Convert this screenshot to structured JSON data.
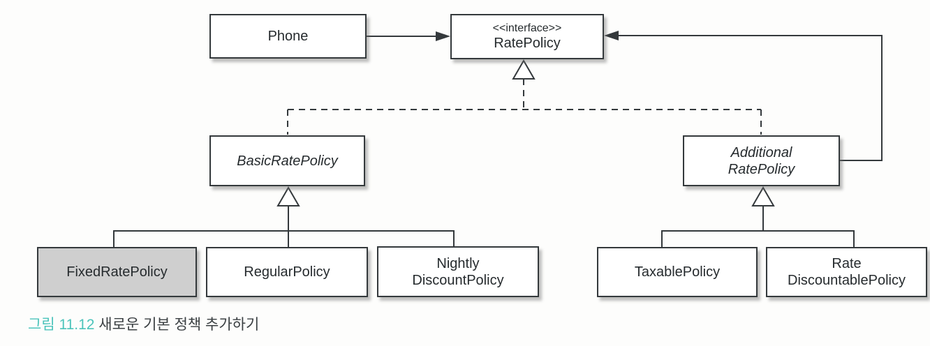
{
  "diagram": {
    "type": "uml-class-diagram",
    "nodes": {
      "phone": {
        "label": "Phone"
      },
      "rate_policy": {
        "stereotype": "<<interface>>",
        "label": "RatePolicy"
      },
      "basic_rate_policy": {
        "label": "BasicRatePolicy",
        "abstract": true
      },
      "additional_rate_policy": {
        "label_line1": "Additional",
        "label_line2": "RatePolicy",
        "abstract": true
      },
      "fixed_rate_policy": {
        "label": "FixedRatePolicy",
        "highlighted": true
      },
      "regular_policy": {
        "label": "RegularPolicy"
      },
      "nightly_discount_policy": {
        "label_line1": "Nightly",
        "label_line2": "DiscountPolicy"
      },
      "taxable_policy": {
        "label": "TaxablePolicy"
      },
      "rate_discountable_policy": {
        "label_line1": "Rate",
        "label_line2": "DiscountablePolicy"
      }
    },
    "edges": [
      {
        "from": "Phone",
        "to": "RatePolicy",
        "type": "directed-association"
      },
      {
        "from": "AdditionalRatePolicy",
        "to": "RatePolicy",
        "type": "directed-association"
      },
      {
        "from": "BasicRatePolicy",
        "to": "RatePolicy",
        "type": "realization"
      },
      {
        "from": "AdditionalRatePolicy",
        "to": "RatePolicy",
        "type": "realization"
      },
      {
        "from": "FixedRatePolicy",
        "to": "BasicRatePolicy",
        "type": "generalization"
      },
      {
        "from": "RegularPolicy",
        "to": "BasicRatePolicy",
        "type": "generalization"
      },
      {
        "from": "NightlyDiscountPolicy",
        "to": "BasicRatePolicy",
        "type": "generalization"
      },
      {
        "from": "TaxablePolicy",
        "to": "AdditionalRatePolicy",
        "type": "generalization"
      },
      {
        "from": "RateDiscountablePolicy",
        "to": "AdditionalRatePolicy",
        "type": "generalization"
      }
    ],
    "colors": {
      "line": "#34393c",
      "box_border": "#34393c",
      "box_fill": "#ffffff",
      "highlighted_box_fill": "#cfcfcf",
      "text": "#262b2e"
    }
  },
  "caption": {
    "figure_label": "그림 11.12",
    "text": " 새로운 기본 정책 추가하기",
    "label_color": "#4cc4bb"
  }
}
